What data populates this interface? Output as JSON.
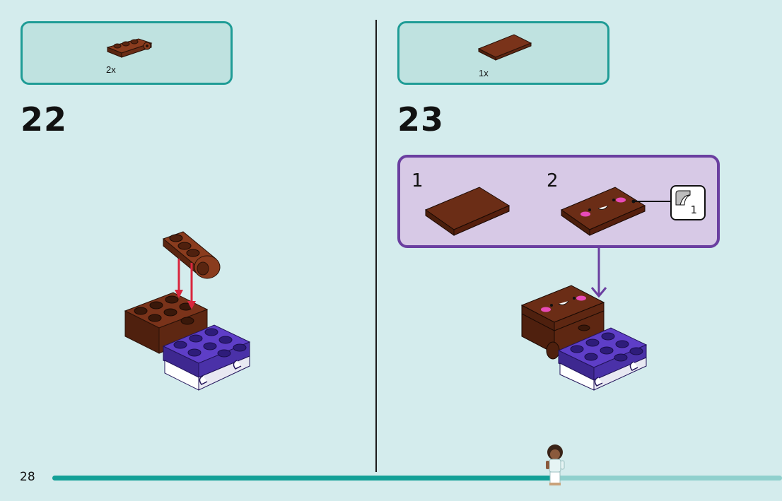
{
  "page": {
    "number": "28",
    "progress": 0.69
  },
  "steps": [
    {
      "number": "22",
      "parts": [
        {
          "quantity": "2x",
          "part": "brown-plate-1x2-with-pin-hole"
        }
      ]
    },
    {
      "number": "23",
      "parts": [
        {
          "quantity": "1x",
          "part": "brown-tile-2x4"
        }
      ],
      "subassembly": {
        "substeps": [
          {
            "number": "1"
          },
          {
            "number": "2"
          }
        ],
        "sticker": "1"
      }
    }
  ],
  "colors": {
    "background": "#d4eced",
    "callout_border": "#1f9c96",
    "callout_fill": "#bfe2e0",
    "brick_brown": "#6b2d16",
    "brick_purple": "#5e3ec7",
    "arrow_red": "#d9263d",
    "subassembly_border": "#6a3fa0",
    "subassembly_fill": "#d7c9e6",
    "progress": "#12a097"
  },
  "icons": [
    "arrow-down-icon",
    "sticker-icon",
    "minifigure-icon"
  ]
}
